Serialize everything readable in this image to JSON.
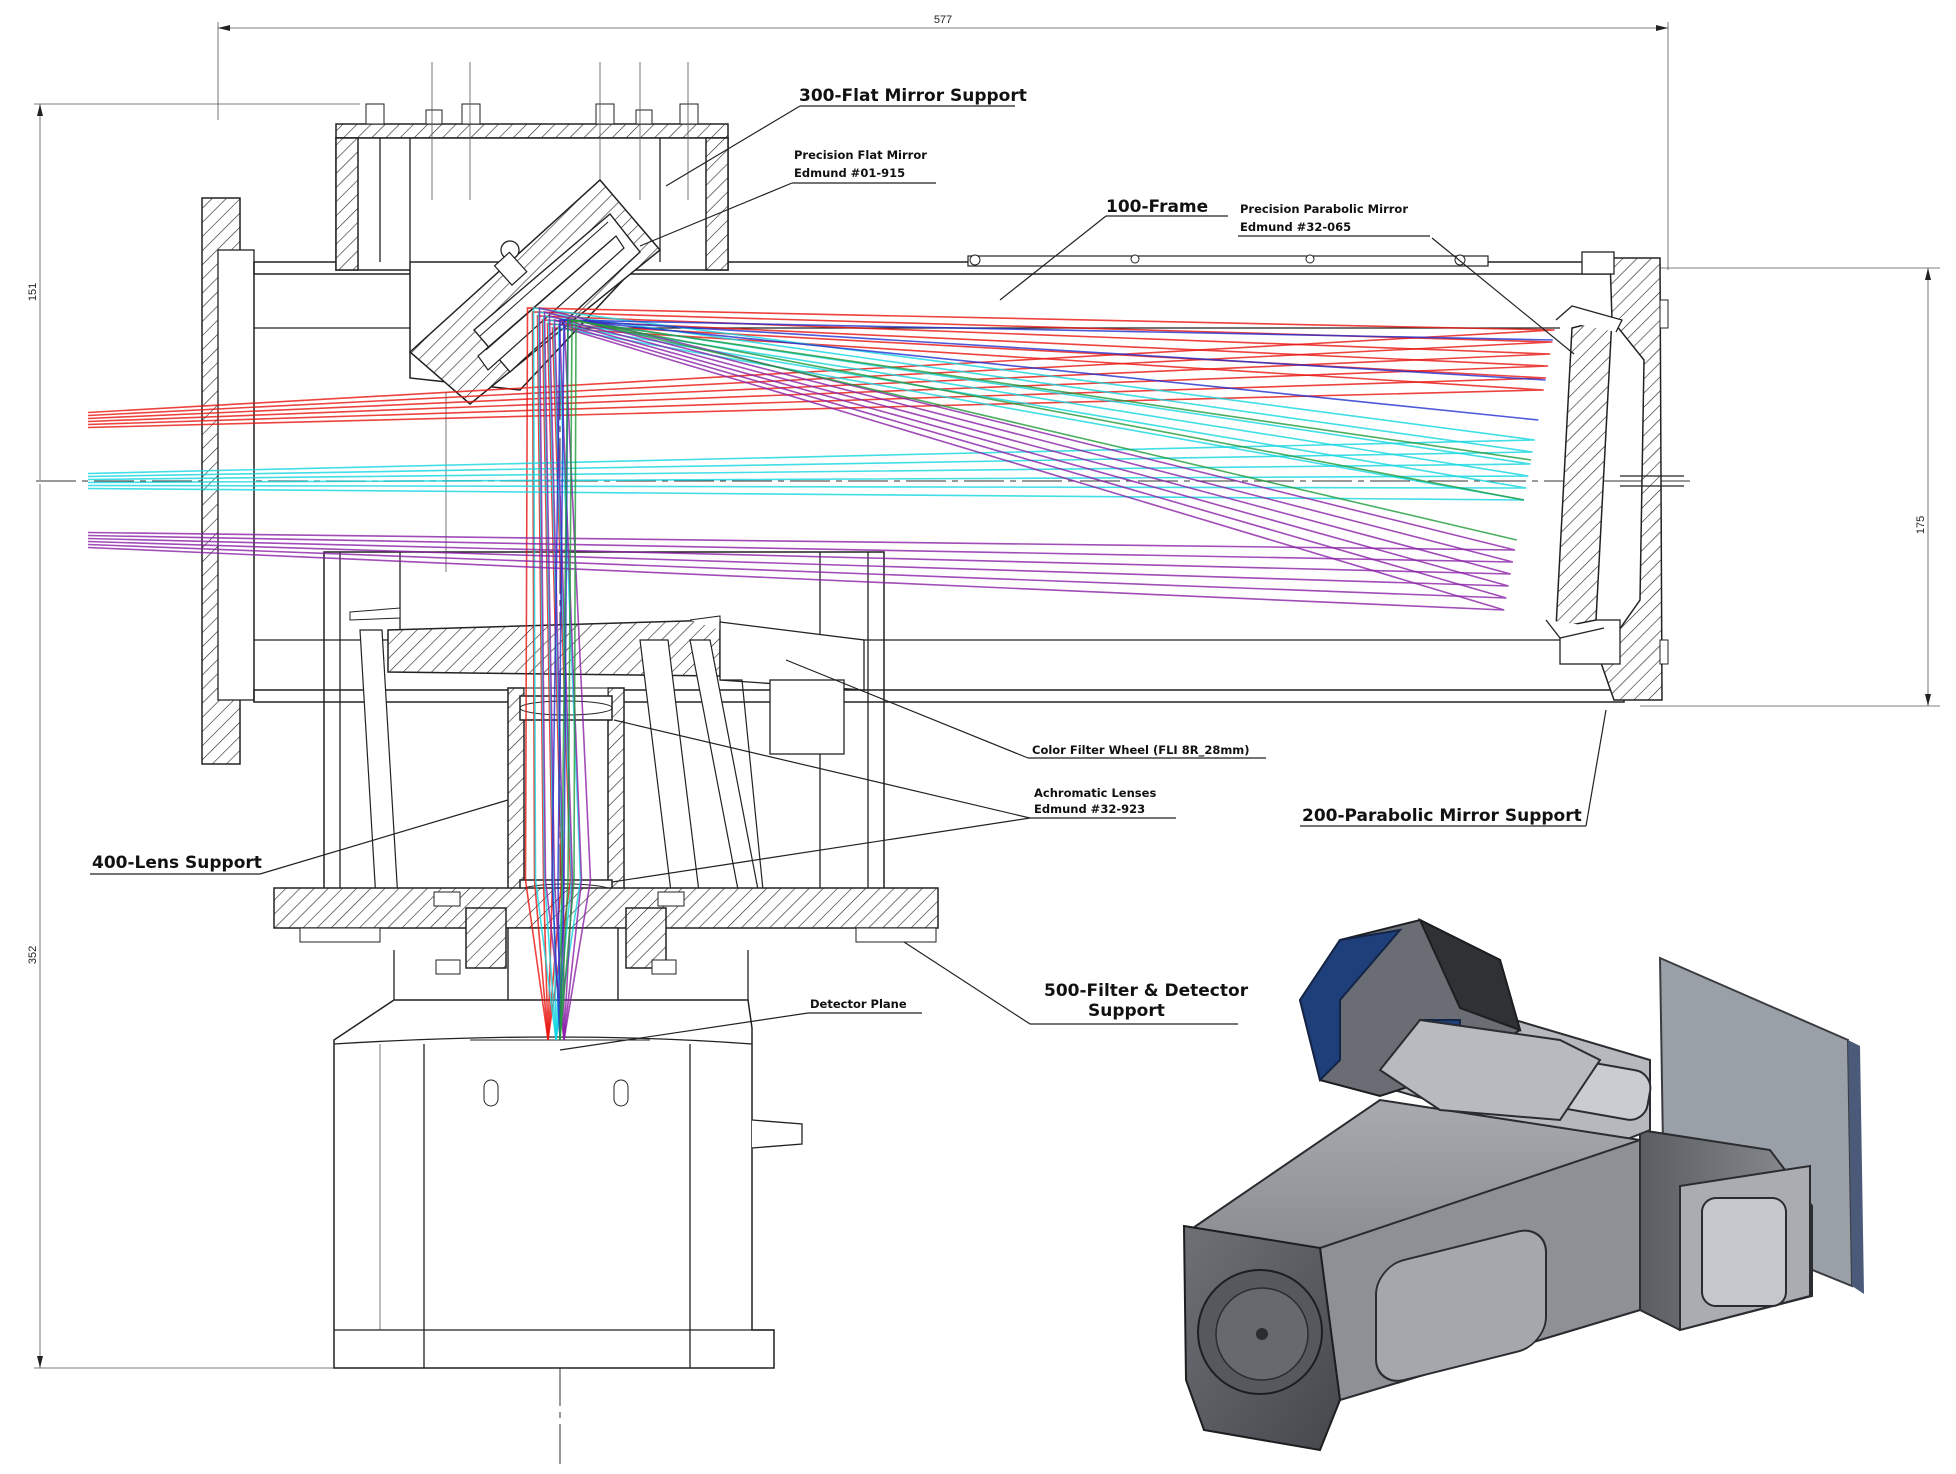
{
  "dimensions": {
    "overall_width": "577",
    "upper_height": "151",
    "mirror_aperture": "175",
    "lower_height": "352"
  },
  "labels": {
    "flat_mirror_support": "300-Flat Mirror Support",
    "flat_mirror_line1": "Precision Flat Mirror",
    "flat_mirror_line2": "Edmund #01-915",
    "frame": "100-Frame",
    "parabolic_mirror_line1": "Precision Parabolic Mirror",
    "parabolic_mirror_line2": "Edmund #32-065",
    "color_filter_wheel": "Color Filter Wheel (FLI 8R_28mm)",
    "achromatic_line1": "Achromatic Lenses",
    "achromatic_line2": "Edmund #32-923",
    "parabolic_mirror_support": "200-Parabolic Mirror Support",
    "lens_support": "400-Lens Support",
    "filter_detector_line1": "500-Filter & Detector",
    "filter_detector_line2": "Support",
    "detector_plane": "Detector Plane"
  },
  "colors": {
    "ray_red": "#e8140f",
    "ray_cyan": "#12d6e0",
    "ray_purple": "#8a1fa6",
    "ray_blue": "#2030d0",
    "ray_green": "#1f9a3a",
    "cad_body": "#8f9297",
    "cad_dark": "#3a3c40",
    "cad_blue": "#1f3f7a"
  }
}
